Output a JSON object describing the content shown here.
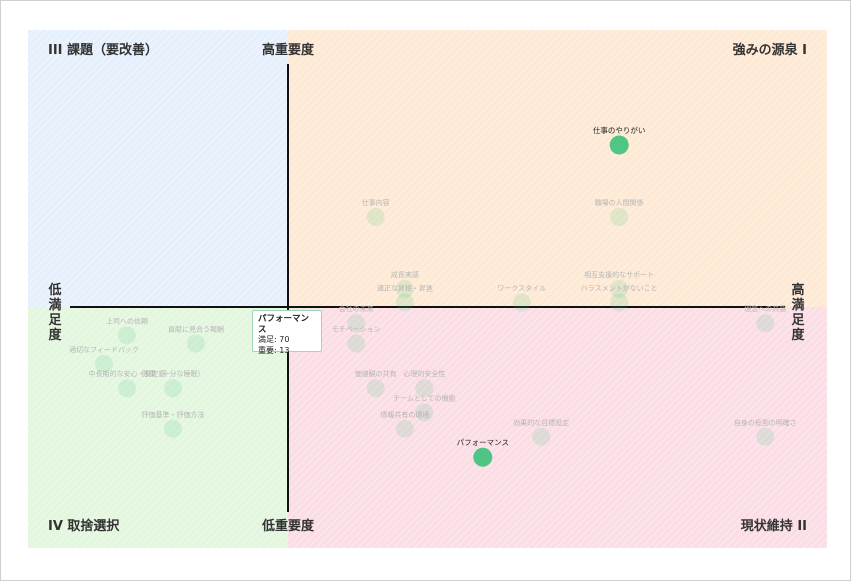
{
  "chart_data": {
    "type": "scatter",
    "x_axis": {
      "low_label": "低満足度",
      "high_label": "高満足度",
      "range": [
        0,
        100
      ],
      "midpoint": 50
    },
    "y_axis": {
      "low_label": "低重要度",
      "high_label": "高重要度",
      "range": [
        0,
        100
      ],
      "midpoint": 50
    },
    "quadrants": {
      "q1": {
        "label": "強みの源泉 I",
        "color": "#fde9d4"
      },
      "q2": {
        "label": "現状維持 II",
        "color": "#fbdde5"
      },
      "q3": {
        "label": "III 課題（要改善）",
        "color": "#e6f0fc"
      },
      "q4": {
        "label": "IV 取捨選択",
        "color": "#e3f6de"
      }
    },
    "point_color": "#3cc27a",
    "points": [
      {
        "label": "仕事のやりがい",
        "x": 84,
        "y": 86,
        "active": true
      },
      {
        "label": "パフォーマンス",
        "x": 70,
        "y": 13,
        "active": true
      },
      {
        "label": "仕事内容",
        "x": 59,
        "y": 70,
        "active": false
      },
      {
        "label": "職場の人間関係",
        "x": 84,
        "y": 70,
        "active": false
      },
      {
        "label": "成長実感",
        "x": 62,
        "y": 54,
        "active": false
      },
      {
        "label": "適正な昇格・昇進",
        "x": 62,
        "y": 51,
        "active": false
      },
      {
        "label": "ワークスタイル",
        "x": 74,
        "y": 51,
        "active": false
      },
      {
        "label": "相互支援的なサポート",
        "x": 84,
        "y": 54,
        "active": false
      },
      {
        "label": "ハラスメントがないこと",
        "x": 84,
        "y": 51,
        "active": false
      },
      {
        "label": "会社の未来",
        "x": 57,
        "y": 46,
        "active": false
      },
      {
        "label": "モチベーション",
        "x": 57,
        "y": 41,
        "active": false
      },
      {
        "label": "理念への共感",
        "x": 99,
        "y": 46,
        "active": false
      },
      {
        "label": "価値観の共有",
        "x": 59,
        "y": 30,
        "active": false
      },
      {
        "label": "心理的安全性",
        "x": 64,
        "y": 30,
        "active": false
      },
      {
        "label": "チームとしての機能",
        "x": 64,
        "y": 24,
        "active": false
      },
      {
        "label": "情報共有の環境",
        "x": 62,
        "y": 20,
        "active": false
      },
      {
        "label": "効果的な目標設定",
        "x": 76,
        "y": 18,
        "active": false
      },
      {
        "label": "自身の役割の明確さ",
        "x": 99,
        "y": 18,
        "active": false
      },
      {
        "label": "上司への信頼",
        "x": 15,
        "y": 43,
        "active": false
      },
      {
        "label": "貢献に見合う報酬",
        "x": 30,
        "y": 41,
        "active": false
      },
      {
        "label": "適切なフィードバック",
        "x": 10,
        "y": 36,
        "active": false
      },
      {
        "label": "中長期的な安心・安定感",
        "x": 15,
        "y": 30,
        "active": false
      },
      {
        "label": "健康（十分な睡眠）",
        "x": 25,
        "y": 30,
        "active": false
      },
      {
        "label": "評価基準・評価方法",
        "x": 25,
        "y": 20,
        "active": false
      }
    ]
  },
  "tooltip": {
    "title": "パフォーマンス",
    "line1": "満足: 70",
    "line2": "重要: 13"
  }
}
